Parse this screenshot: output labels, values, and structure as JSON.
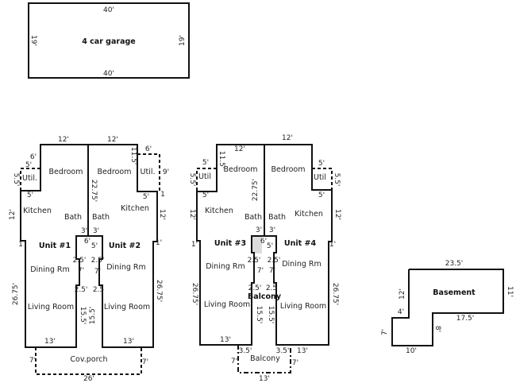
{
  "garage": {
    "title": "4 car garage",
    "top": "40'",
    "bottom": "40'",
    "left": "19'",
    "right": "19'"
  },
  "units": {
    "unit1": {
      "name": "Unit #1",
      "rooms": {
        "bedroom": "Bedroom",
        "util": "Util.",
        "kitchen": "Kitchen",
        "bath": "Bath",
        "dining": "Dining Rm",
        "living": "Living Room"
      },
      "dims": {
        "top": "12'",
        "jog": "6'",
        "util_top": "5'",
        "util_side": "5.5'",
        "util_bottom": "5'",
        "kitchen_side": "12'",
        "step": "1",
        "side": "26.75'",
        "bath_w": "3'",
        "core_top": "6'",
        "core_a": "2.5'",
        "core_b": "7'",
        "core_c": "2.5'",
        "core_d": "15.5'",
        "bottom": "13'"
      }
    },
    "unit2": {
      "name": "Unit #2",
      "rooms": {
        "bedroom": "Bedroom",
        "util": "Util.",
        "kitchen": "Kitchen",
        "bath": "Bath",
        "dining": "Dining Rm",
        "living": "Living Room"
      },
      "dims": {
        "top": "12'",
        "bed_side": "11.5'",
        "util_top": "6'",
        "util_side": "9'",
        "util_bottom": "5'",
        "step_a": "1",
        "kitchen_side": "12'",
        "step": "1'",
        "side": "26.75'",
        "partition": "22.75'",
        "bath_w": "3'",
        "core_top": "5'",
        "core_a": "2.5'",
        "core_b": "7'",
        "core_c": "2.5",
        "core_d": "15.5'",
        "bottom": "13'"
      }
    },
    "unit3": {
      "name": "Unit #3",
      "rooms": {
        "bedroom": "Bedroom",
        "util": "Util",
        "kitchen": "Kitchen",
        "bath": "Bath",
        "dining": "Dining Rm",
        "living": "Living Room"
      },
      "dims": {
        "top": "12'",
        "bed_side": "11.5'",
        "util_top": "5'",
        "util_side": "5.5'",
        "util_bottom": "5'",
        "kitchen_side": "12'",
        "step": "1'",
        "side": "26.75'",
        "partition": "22.75'",
        "bath_w": "3'",
        "core_top": "6'",
        "core_a": "2.5'",
        "core_b": "7'",
        "core_c": "2.5'",
        "core_d": "15.5'",
        "bottom": "13'"
      }
    },
    "unit4": {
      "name": "Unit #4",
      "rooms": {
        "bedroom": "Bedroom",
        "util": "Util",
        "kitchen": "Kitchen",
        "bath": "Bath",
        "dining": "Dining Rm",
        "living": "Living Room"
      },
      "dims": {
        "top": "12'",
        "util_top": "5'",
        "util_side": "5.5'",
        "util_bottom": "5'",
        "kitchen_side": "12'",
        "step": "1'",
        "side": "26.75'",
        "bath_w": "3'",
        "core_top": "5'",
        "core_a": "2.5'",
        "core_b": "7'",
        "core_c": "2.5",
        "core_d": "15.5'",
        "bottom": "13'"
      }
    }
  },
  "porch": {
    "label": "Cov.porch",
    "width": "26'",
    "left": "7'",
    "right": "7'"
  },
  "balcony": {
    "label": "Balcony",
    "core_label": "Balcony",
    "width": "13'",
    "left": "7'",
    "right": "7'",
    "left_top": "3.5'",
    "right_top": "3.5'",
    "extra": "13'"
  },
  "basement": {
    "title": "Basement",
    "top": "23.5'",
    "right": "11'",
    "mid": "17.5'",
    "inner": "8'",
    "bottom": "10'",
    "left": "7'",
    "step": "4'",
    "upper_left": "12'"
  }
}
